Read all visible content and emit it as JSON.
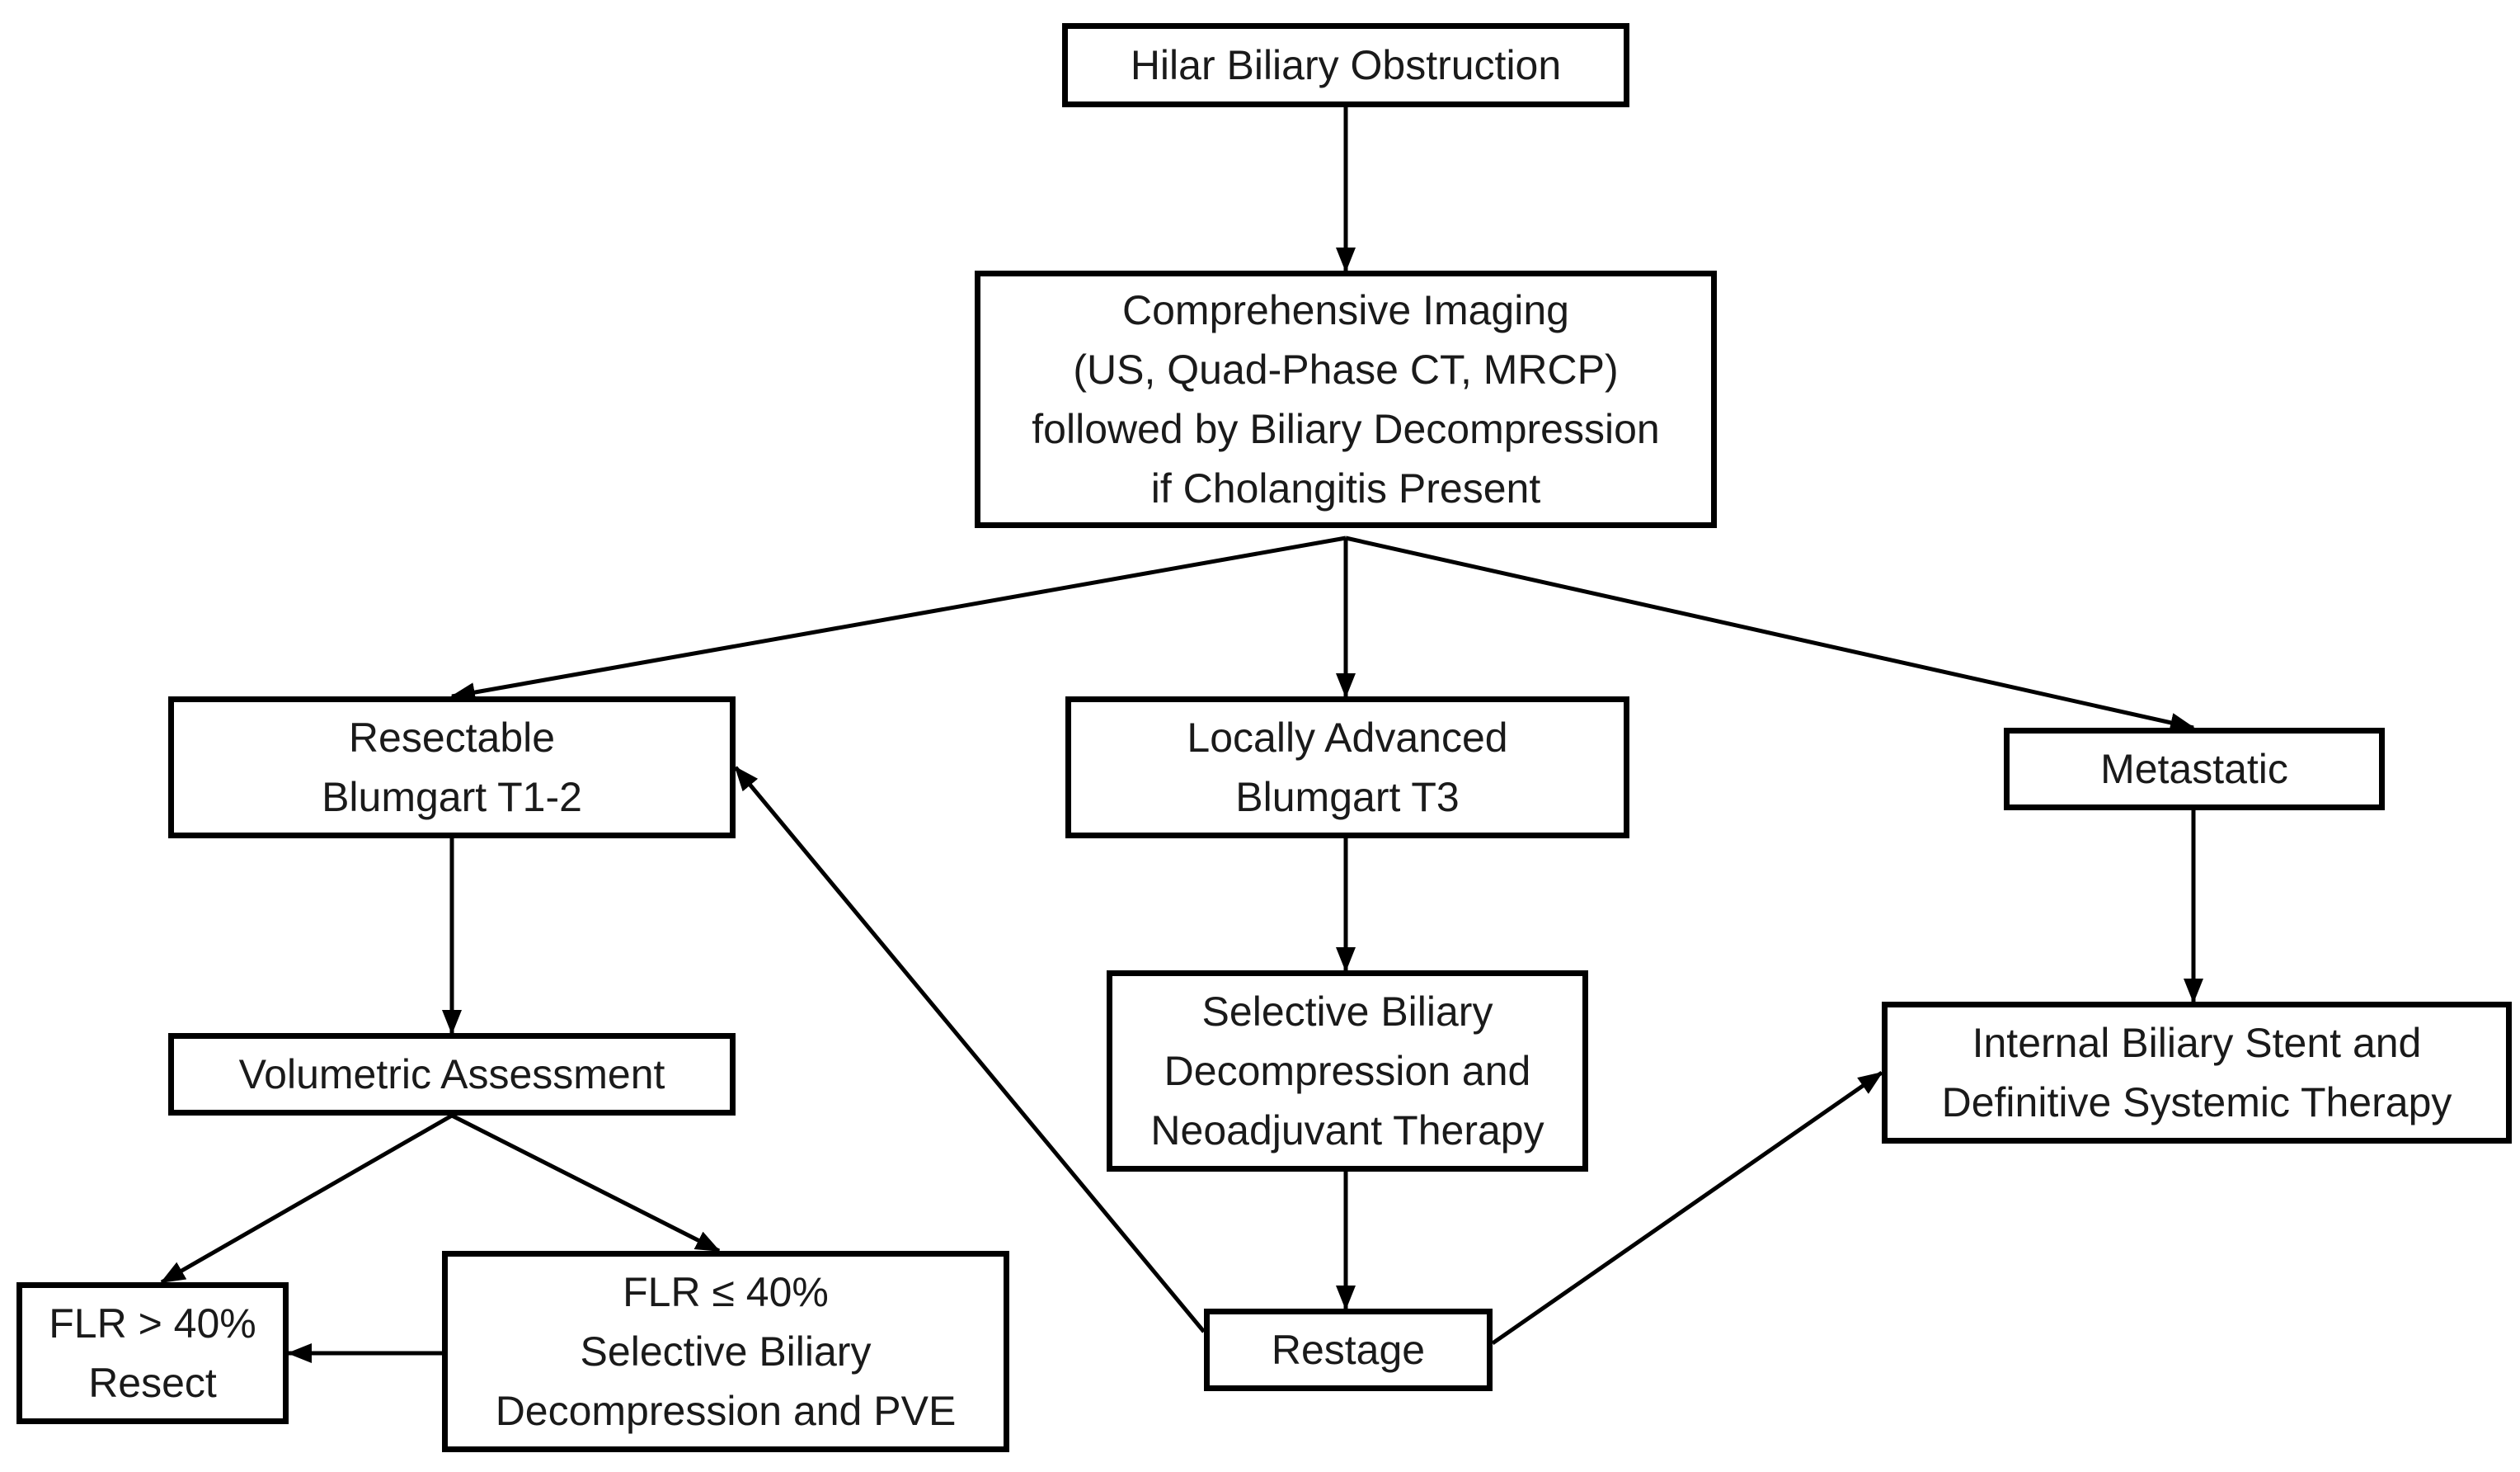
{
  "nodes": {
    "hilar": {
      "lines": [
        "Hilar Biliary Obstruction"
      ]
    },
    "imaging": {
      "lines": [
        "Comprehensive Imaging",
        "(US, Quad-Phase CT, MRCP)",
        "followed by Biliary Decompression",
        "if Cholangitis Present"
      ]
    },
    "resectable": {
      "lines": [
        "Resectable",
        "Blumgart T1-2"
      ]
    },
    "locally_advanced": {
      "lines": [
        "Locally Advanced",
        "Blumgart T3"
      ]
    },
    "metastatic": {
      "lines": [
        "Metastatic"
      ]
    },
    "volumetric": {
      "lines": [
        "Volumetric Assessment"
      ]
    },
    "selective_neoadjuvant": {
      "lines": [
        "Selective Biliary",
        "Decompression and",
        "Neoadjuvant Therapy"
      ]
    },
    "internal_stent": {
      "lines": [
        "Internal Biliary Stent and",
        "Definitive Systemic Therapy"
      ]
    },
    "flr_gt40": {
      "lines": [
        "FLR > 40%",
        "Resect"
      ]
    },
    "flr_le40": {
      "lines": [
        "FLR ≤ 40%",
        "Selective Biliary",
        "Decompression and PVE"
      ]
    },
    "restage": {
      "lines": [
        "Restage"
      ]
    }
  },
  "edges": [
    {
      "from": "hilar",
      "to": "imaging"
    },
    {
      "from": "imaging",
      "to": "resectable"
    },
    {
      "from": "imaging",
      "to": "locally_advanced"
    },
    {
      "from": "imaging",
      "to": "metastatic"
    },
    {
      "from": "resectable",
      "to": "volumetric"
    },
    {
      "from": "locally_advanced",
      "to": "selective_neoadjuvant"
    },
    {
      "from": "metastatic",
      "to": "internal_stent"
    },
    {
      "from": "volumetric",
      "to": "flr_gt40"
    },
    {
      "from": "volumetric",
      "to": "flr_le40"
    },
    {
      "from": "flr_le40",
      "to": "flr_gt40"
    },
    {
      "from": "selective_neoadjuvant",
      "to": "restage"
    },
    {
      "from": "restage",
      "to": "resectable"
    },
    {
      "from": "restage",
      "to": "internal_stent"
    }
  ],
  "colors": {
    "stroke": "#000000",
    "text": "#1a1a1a",
    "background": "#ffffff"
  }
}
